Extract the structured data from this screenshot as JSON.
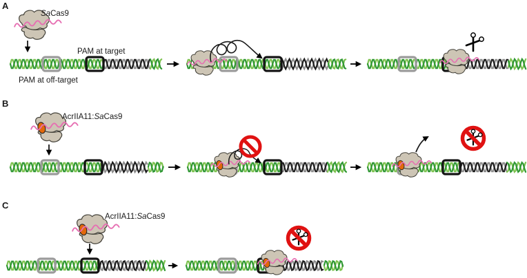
{
  "figure": {
    "panels": [
      {
        "letter": "A",
        "protein_label": {
          "prefix": "",
          "italic": "Sa",
          "rest": "Cas9"
        },
        "annotations": {
          "pam_target": "PAM at target",
          "pam_offtarget": "PAM at off-target"
        }
      },
      {
        "letter": "B",
        "protein_label": {
          "prefix": "AcrIIA11:",
          "italic": "Sa",
          "rest": "Cas9"
        }
      },
      {
        "letter": "C",
        "protein_label": {
          "prefix": "AcrIIA11:",
          "italic": "Sa",
          "rest": "Cas9"
        }
      }
    ],
    "icons": {
      "scissors": "scissors-icon",
      "no_sign": "prohibition-icon",
      "scan_loops": "scanning-loops-icon",
      "release_arrow": "release-arrow-icon",
      "binding_arrow": "down-arrow-icon",
      "flow_arrow": "right-arrow-icon"
    },
    "colors": {
      "dna_green": "#2f9733",
      "dna_green_light": "#7dc24f",
      "dna_dark": "#1d1d1d",
      "dna_gray": "#8d8d8d",
      "pam_target_box": "#141414",
      "pam_offtarget_box": "#9b9b9b",
      "protein_fill": "#cdc5b5",
      "protein_stroke": "#44423a",
      "rna_pink": "#e66fb2",
      "acriia11_orange": "#e2680b",
      "prohibited_red": "#e01212",
      "ink": "#1a1a1a"
    }
  }
}
